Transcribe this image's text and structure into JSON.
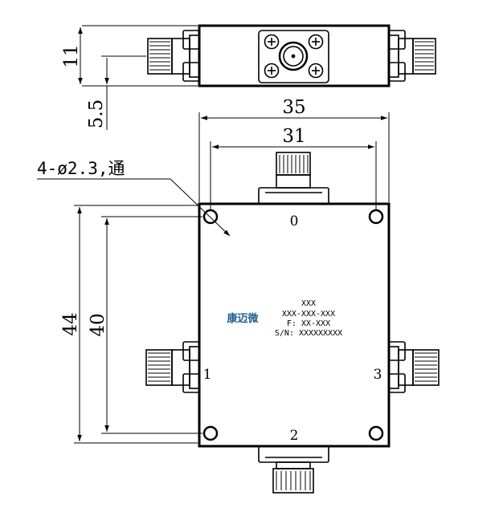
{
  "dimensions": {
    "top_height": "11",
    "offset": "5.5",
    "total_width": "35",
    "hole_spacing_width": "31",
    "total_height": "44",
    "hole_spacing_height": "40"
  },
  "hole_callout": "4-ø2.3,通",
  "ports": {
    "port_0": "0",
    "port_1": "1",
    "port_2": "2",
    "port_3": "3"
  },
  "label": {
    "brand": "康迈微",
    "line1": "XXX",
    "line2": "XXX-XXX-XXX",
    "line3": "F: XX-XXX",
    "line4": "S/N: XXXXXXXXX"
  }
}
